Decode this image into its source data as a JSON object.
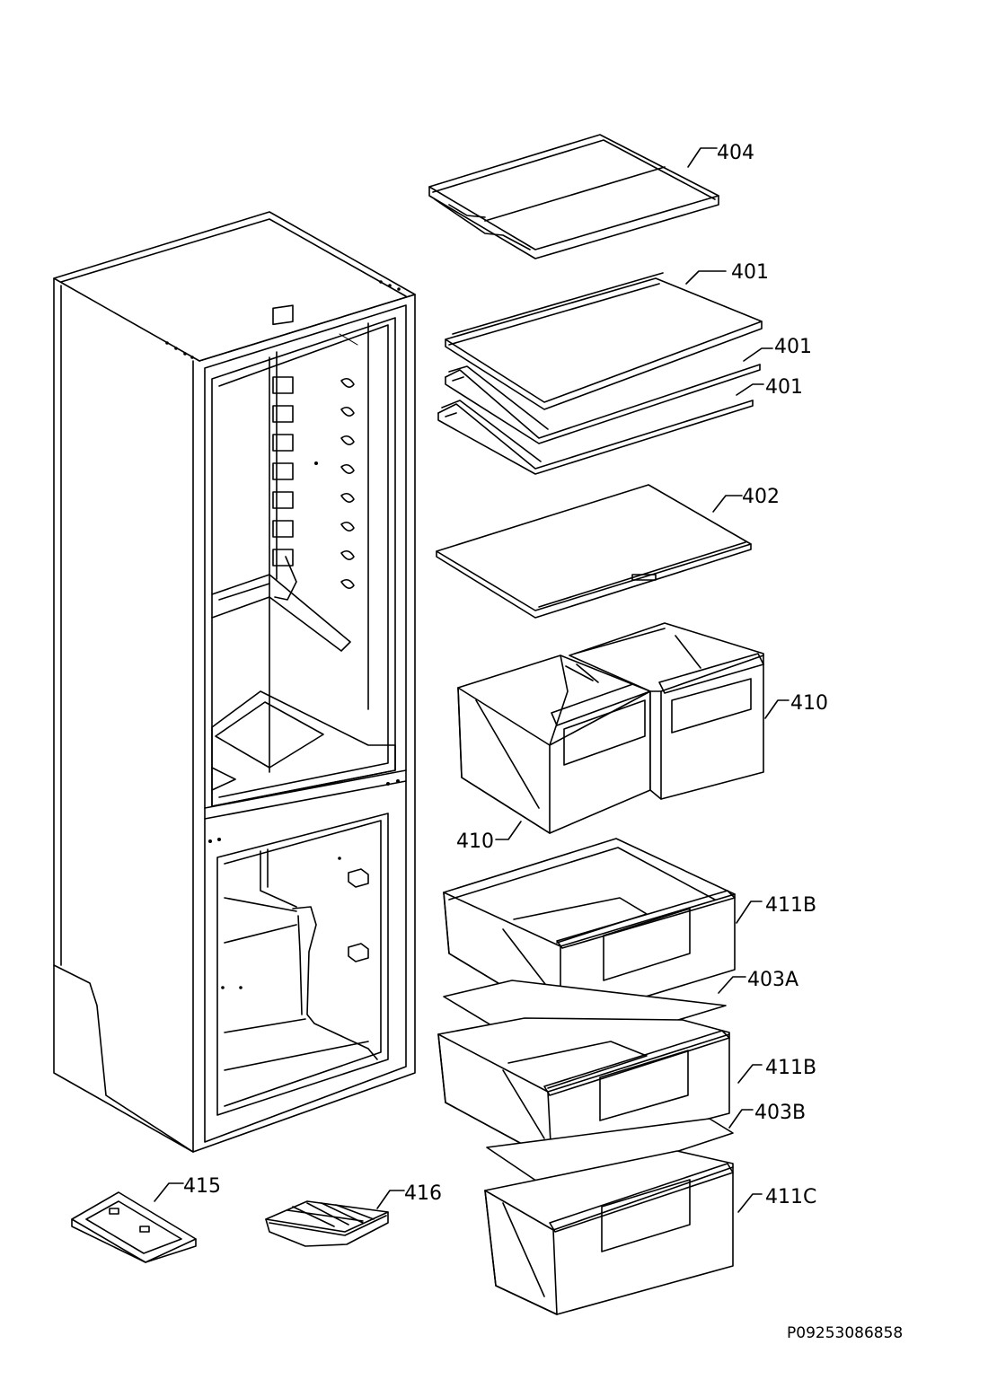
{
  "colors": {
    "line": "#000000",
    "background": "#ffffff"
  },
  "labels": {
    "p404": "404",
    "p401a": "401",
    "p401b": "401",
    "p401c": "401",
    "p402": "402",
    "p410a": "410",
    "p410b": "410",
    "p411b_top": "411B",
    "p403a": "403A",
    "p411b_mid": "411B",
    "p403b": "403B",
    "p411c": "411C",
    "p415": "415",
    "p416": "416"
  },
  "document_id": "P09253086858"
}
